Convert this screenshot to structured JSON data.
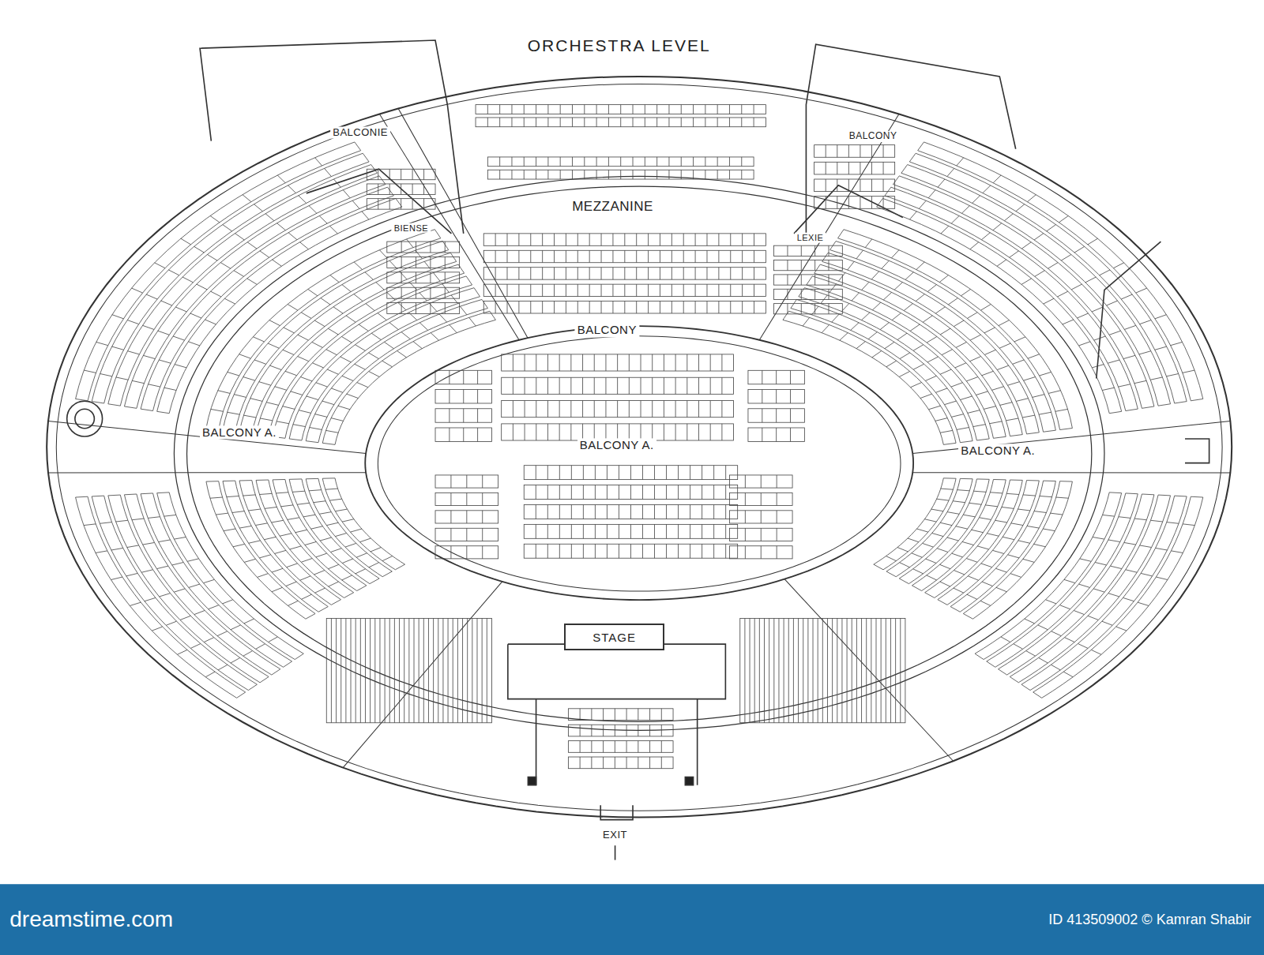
{
  "diagram": {
    "title": "ORCHESTRA LEVEL",
    "nodes": [
      {
        "text": [
          "STAGE"
        ]
      }
    ],
    "labels": [
      "BALCONIE",
      "BALCONY",
      "MEZZANINE",
      "BIENSE",
      "LEXIE",
      "BALCONY",
      "BALCONY A.",
      "BALCONY A.",
      "BALCONY A.",
      "EXIT",
      "dreamstime.com",
      "ID 413509002 © Kamran Shabir"
    ]
  }
}
